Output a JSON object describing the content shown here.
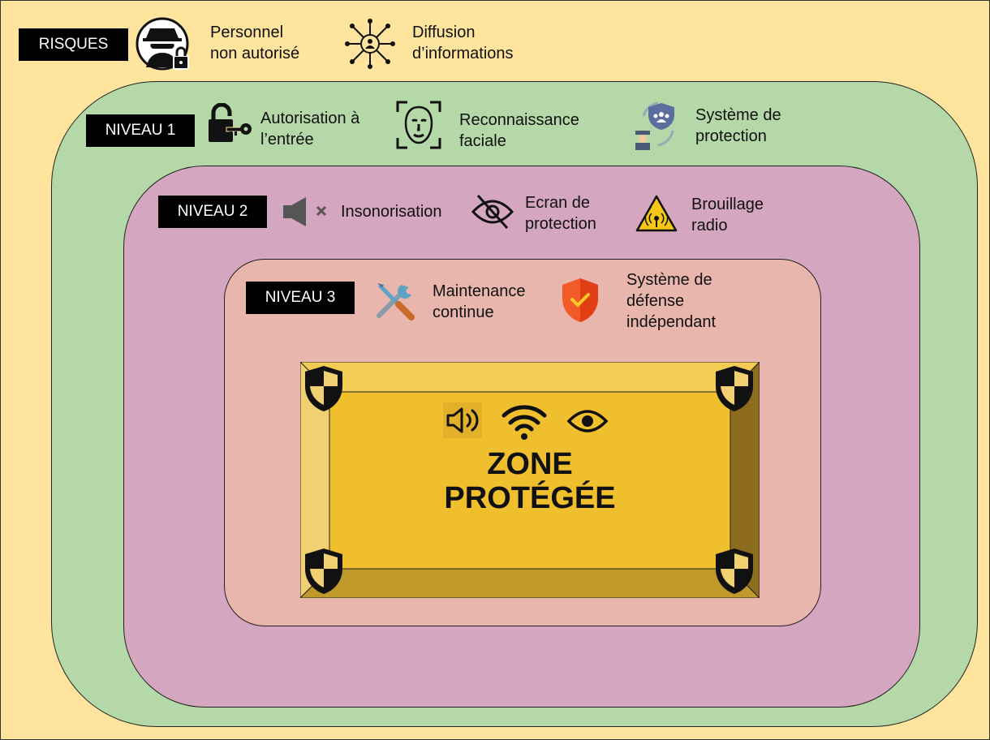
{
  "risks": {
    "tag": "RISQUES",
    "items": [
      {
        "label": "Personnel\nnon autorisé",
        "icon": "spy-lock-icon"
      },
      {
        "label": "Diffusion\nd’informations",
        "icon": "network-share-icon"
      }
    ]
  },
  "level1": {
    "tag": "NIVEAU 1",
    "items": [
      {
        "label": "Autorisation à\nl’entrée",
        "icon": "lock-key-icon"
      },
      {
        "label": "Reconnaissance\nfaciale",
        "icon": "face-scan-icon"
      },
      {
        "label": "Système de\nprotection",
        "icon": "guard-shield-icon"
      }
    ]
  },
  "level2": {
    "tag": "NIVEAU 2",
    "items": [
      {
        "label": "Insonorisation",
        "icon": "speaker-mute-icon"
      },
      {
        "label": "Ecran de\nprotection",
        "icon": "eye-slash-icon"
      },
      {
        "label": "Brouillage\nradio",
        "icon": "radio-warning-icon"
      }
    ]
  },
  "level3": {
    "tag": "NIVEAU 3",
    "items": [
      {
        "label": "Maintenance\ncontinue",
        "icon": "tools-icon"
      },
      {
        "label": "Système de\ndéfense\nindépendant",
        "icon": "shield-check-icon"
      }
    ]
  },
  "zone": {
    "title": "ZONE\nPROTÉGÉE",
    "icons": [
      "speaker-icon",
      "wifi-icon",
      "eye-icon"
    ]
  },
  "colors": {
    "background": "#FFE49E",
    "level1": "#B4D8A8",
    "level2": "#D5A6C0",
    "level3": "#E8B6AC",
    "zone_face": "#F0BF2E",
    "tag_bg": "#000000"
  }
}
